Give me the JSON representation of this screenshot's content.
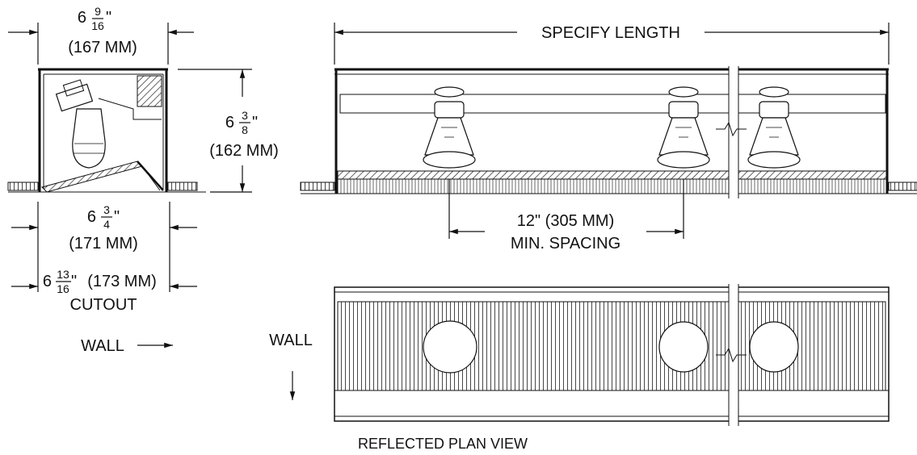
{
  "section_view": {
    "top_dim": {
      "whole": "6",
      "num": "9",
      "den": "16",
      "inch": "\"",
      "metric": "(167 MM)"
    },
    "height_dim": {
      "whole": "6",
      "num": "3",
      "den": "8",
      "inch": "\"",
      "metric": "(162 MM)"
    },
    "bottom_dim": {
      "whole": "6",
      "num": "3",
      "den": "4",
      "inch": "\"",
      "metric": "(171 MM)"
    },
    "cutout_dim": {
      "whole": "6",
      "num": "13",
      "den": "16",
      "inch": "\"",
      "metric": "(173 MM)",
      "label": "CUTOUT"
    },
    "wall_label": "WALL"
  },
  "elevation_view": {
    "length_label": "SPECIFY LENGTH",
    "spacing_value": "12\" (305 MM)",
    "spacing_label": "MIN. SPACING"
  },
  "plan_view": {
    "wall_label": "WALL",
    "title": "REFLECTED PLAN VIEW"
  }
}
